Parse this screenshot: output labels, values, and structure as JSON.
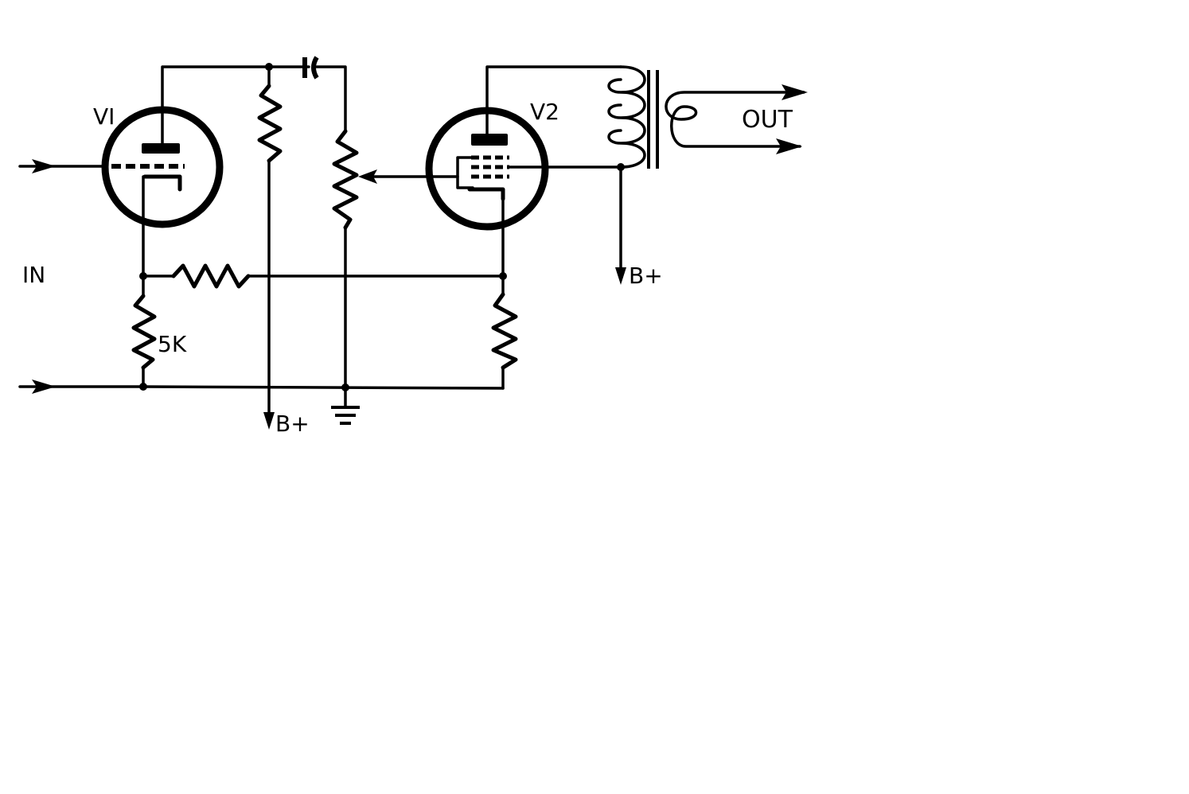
{
  "labels": {
    "v1": "VI",
    "v2": "V2",
    "input": "IN",
    "output": "OUT",
    "cathode_resistor": "5K",
    "bplus_left": "B+",
    "bplus_right": "B+"
  },
  "colors": {
    "ink": "#000000",
    "paper": "#ffffff"
  }
}
